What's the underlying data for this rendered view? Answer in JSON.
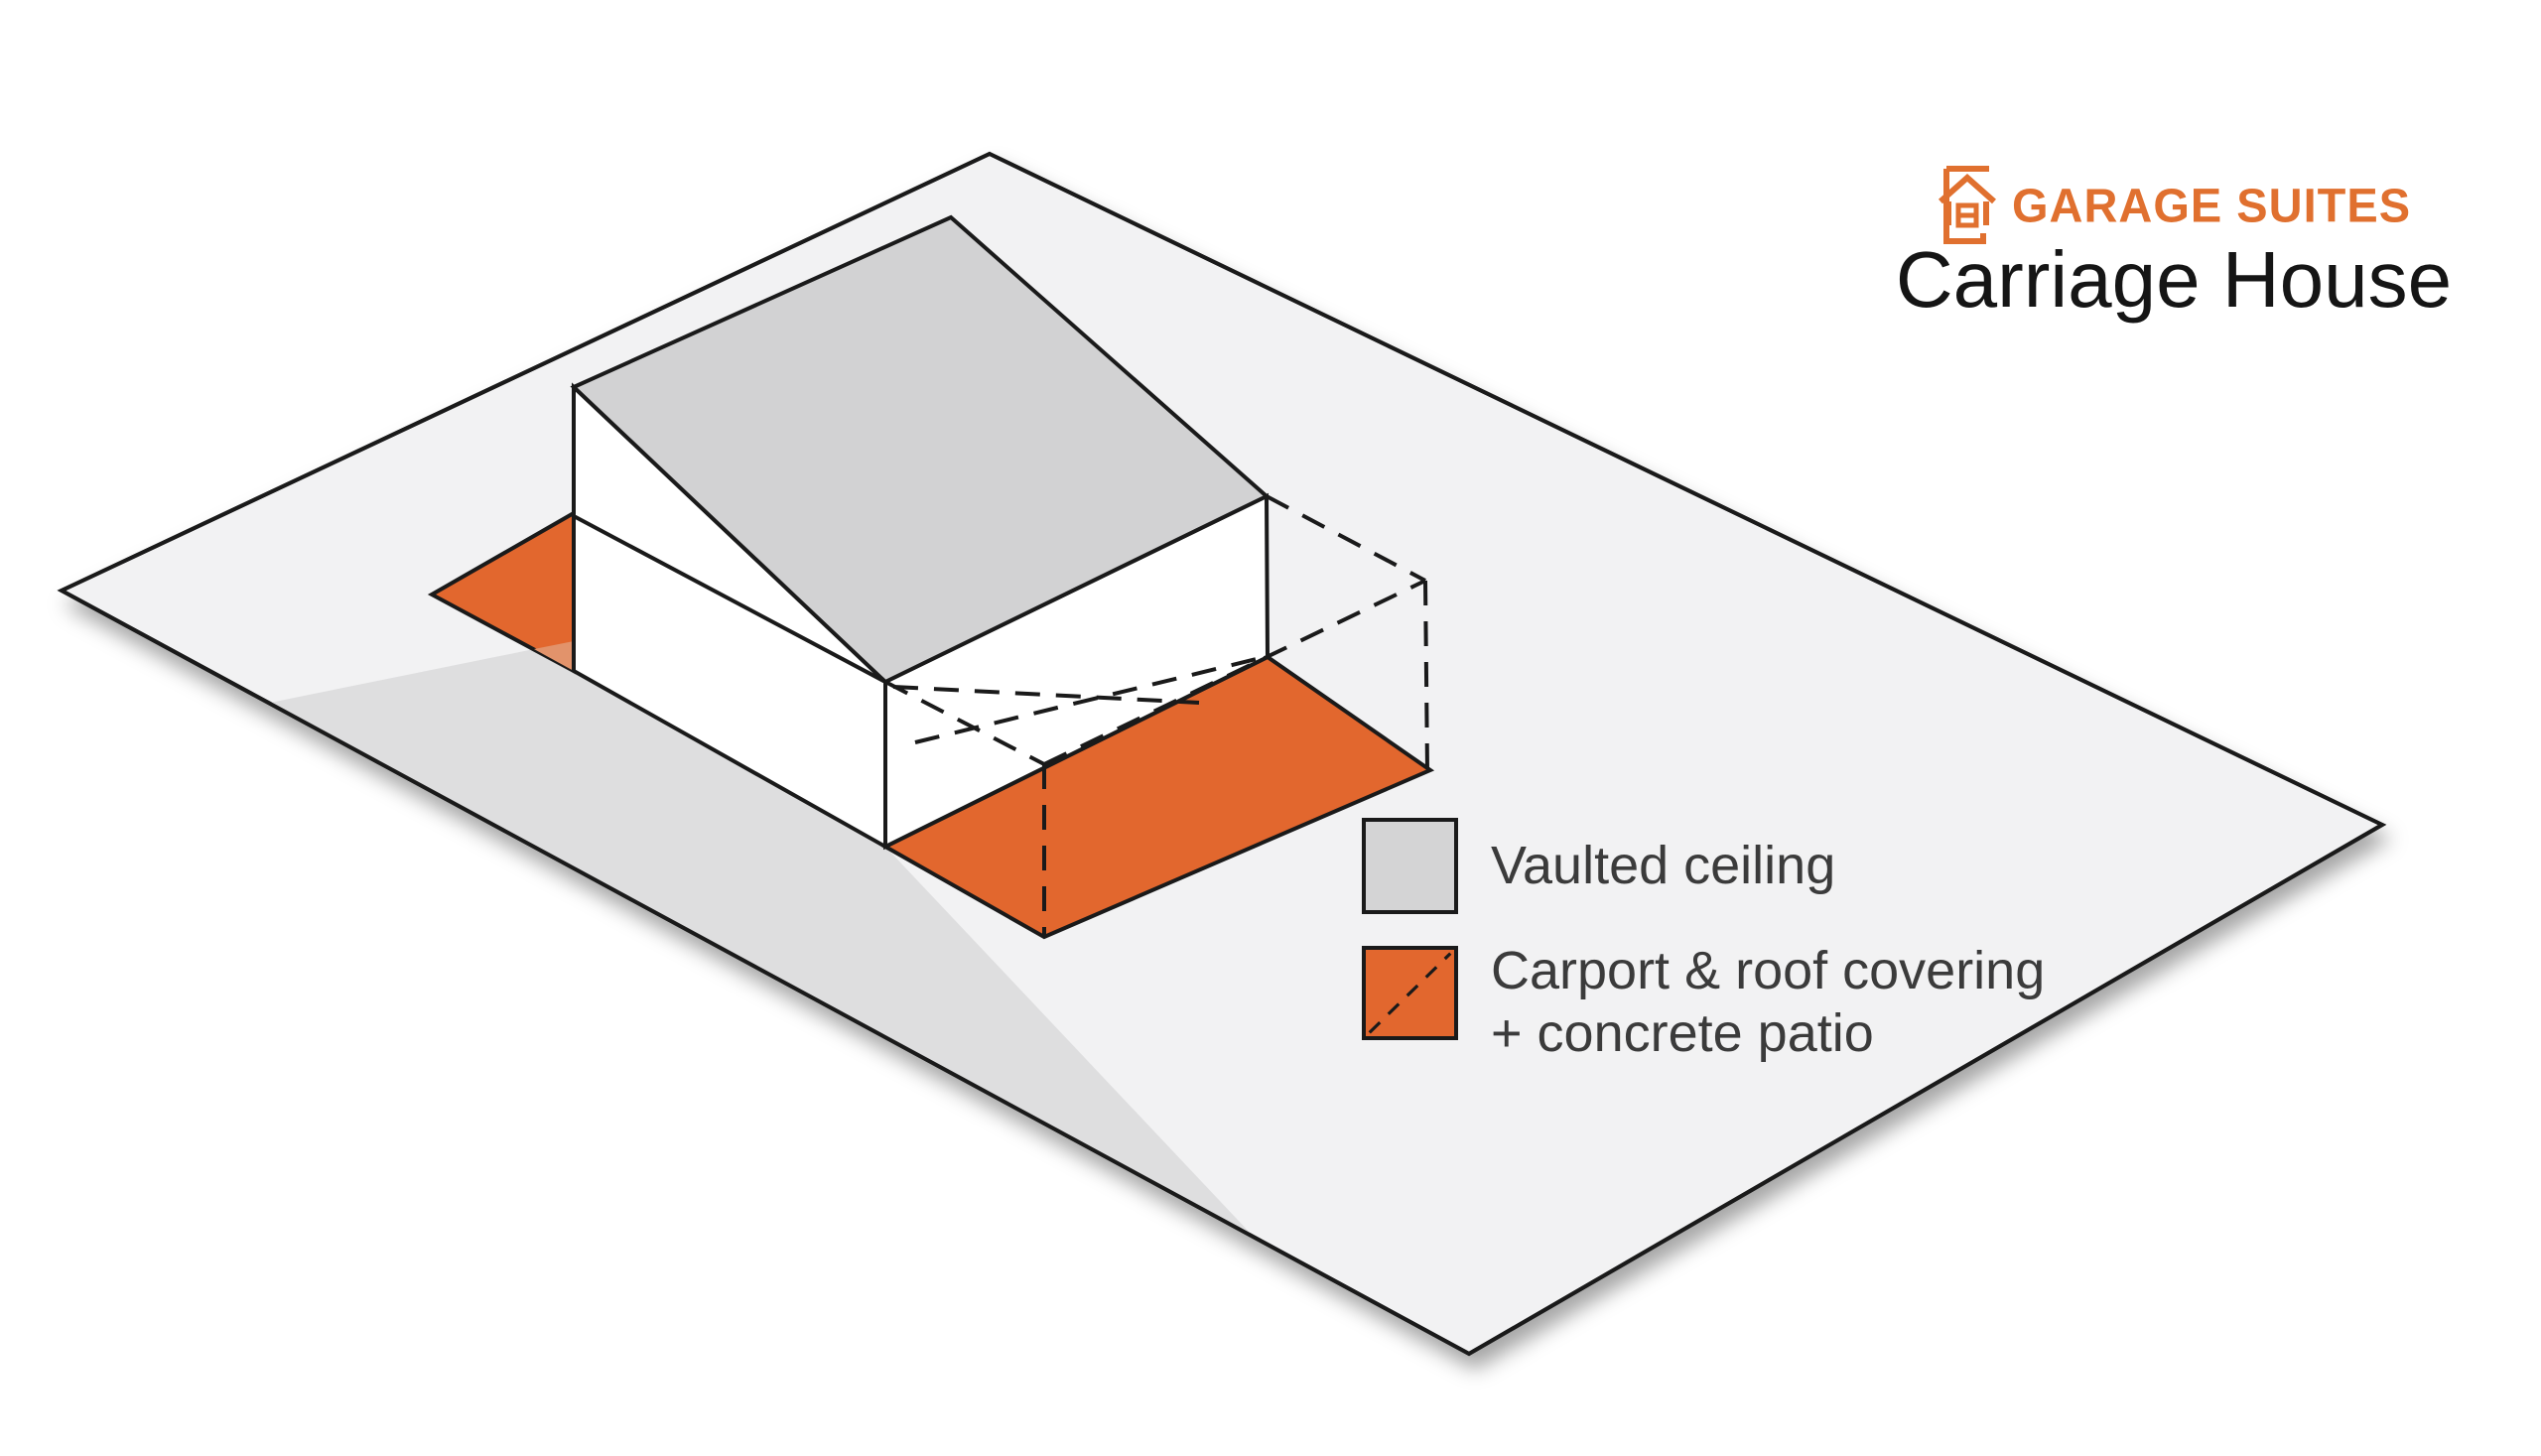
{
  "brand": {
    "logo_text": "GARAGE SUITES",
    "title": "Carriage House"
  },
  "legend": {
    "items": [
      {
        "id": "vaulted-ceiling",
        "swatch": "gray-solid",
        "label_lines": [
          "Vaulted ceiling"
        ]
      },
      {
        "id": "carport",
        "swatch": "orange-dashed",
        "label_lines": [
          "Carport & roof covering",
          "+ concrete patio"
        ]
      }
    ]
  },
  "colors": {
    "orange": "#E2672E",
    "orange-light": "#E2936B",
    "roof-gray": "#D2D2D3",
    "legend-gray": "#D4D4D5",
    "plane-gray": "#F2F2F3",
    "shadow-gray": "#DEDEDF",
    "line-black": "#1A1A1A",
    "text-gray": "#3B3B3B",
    "title-black": "#151515",
    "logo-orange": "#E0702F"
  }
}
